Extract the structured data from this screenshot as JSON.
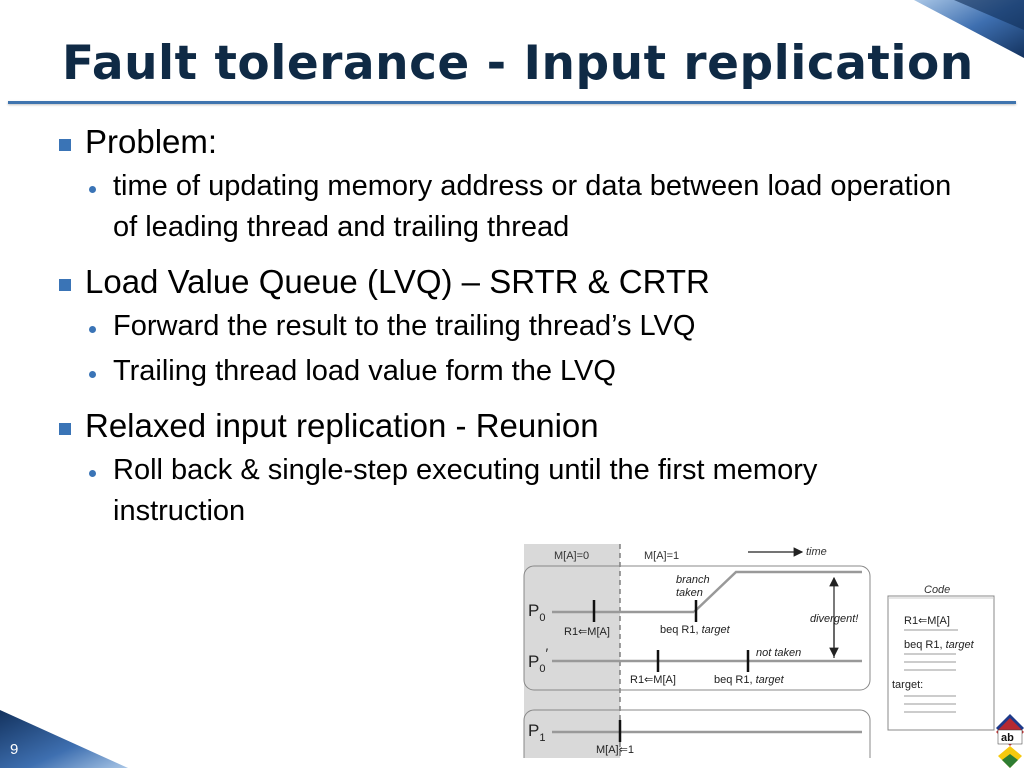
{
  "slide": {
    "title": "Fault tolerance - Input replication",
    "number": "9"
  },
  "bullets": [
    {
      "text": "Problem:",
      "sub": [
        "time of updating memory address or data between load operation of leading thread and trailing thread"
      ]
    },
    {
      "text": "Load Value Queue (LVQ) – SRTR & CRTR",
      "sub": [
        "Forward the result to the trailing thread’s LVQ",
        "Trailing thread load value form the LVQ"
      ]
    },
    {
      "text": "Relaxed input replication - Reunion",
      "sub": [
        "Roll back & single-step executing until the first memory instruction"
      ]
    }
  ],
  "figure": {
    "mem_before": "M[A]=0",
    "mem_after": "M[A]=1",
    "time_label": "time",
    "branch_taken": [
      "branch",
      "taken"
    ],
    "divergent": "divergent!",
    "not_taken": "not taken",
    "p0": "P",
    "p0_sub": "0",
    "p0prime": "P",
    "p0prime_sub": "0",
    "p0prime_mark": "′",
    "p1": "P",
    "p1_sub": "1",
    "load_label": "R1⇐M[A]",
    "beq_label": "beq R1, ",
    "beq_target": "target",
    "store_label": "M[A]⇐1",
    "code_title": "Code",
    "code_line1": "R1⇐M[A]",
    "code_line2": "beq R1, ",
    "code_line2_target": "target",
    "code_target_label": "target:"
  },
  "logo_text": "ab",
  "colors": {
    "title": "#0f2a45",
    "accent": "#3a74b6",
    "rule": "#3f74ae"
  }
}
